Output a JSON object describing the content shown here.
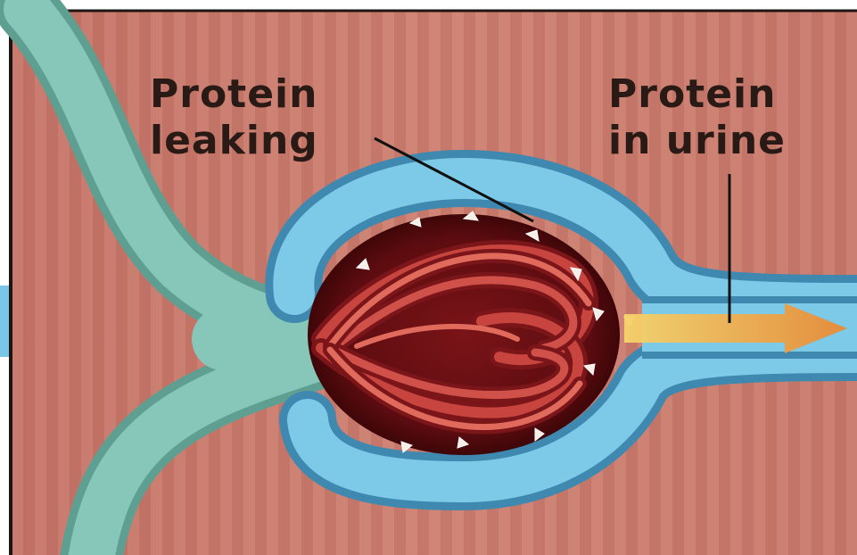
{
  "labels": {
    "protein_leaking": {
      "line1": "Protein",
      "line2": "leaking"
    },
    "protein_in_urine": {
      "line1": "Protein",
      "line2": "in urine"
    }
  },
  "colors": {
    "tissue": "#c97a6c",
    "vessel_teal": "#7fc0b4",
    "capsule_blue": "#79c6e6",
    "glomerulus_red": "#a3262a",
    "protein_flow": "#f0a040",
    "label_text": "#2a1a16"
  }
}
